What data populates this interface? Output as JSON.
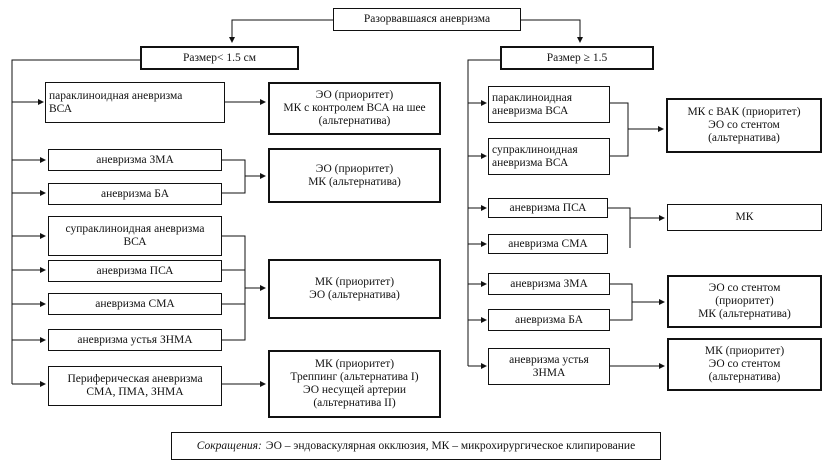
{
  "root": "Разорвавшаяся аневризма",
  "left_branch": {
    "size": "Размер< 1.5 см",
    "groups": [
      {
        "items": [
          "параклиноидная аневризма\nВСА"
        ],
        "recommendation": "ЭО (приоритет)\nМК с контролем ВСА на шее\n(альтернатива)"
      },
      {
        "items": [
          "аневризма ЗМА",
          "аневризма БА"
        ],
        "recommendation": "ЭО (приоритет)\nМК (альтернатива)"
      },
      {
        "items": [
          "супраклиноидная аневризма\nВСА",
          "аневризма ПСА",
          "аневризма СМА",
          "аневризма устья ЗНМА"
        ],
        "recommendation": "МК (приоритет)\nЭО (альтернатива)"
      },
      {
        "items": [
          "Периферическая аневризма\nСМА, ПМА, ЗНМА"
        ],
        "recommendation": "МК (приоритет)\nТреппинг (альтернатива I)\nЭО несущей артерии\n(альтернатива II)"
      }
    ]
  },
  "right_branch": {
    "size": "Размер ≥ 1.5",
    "groups": [
      {
        "items": [
          "параклиноидная\nаневризма ВСА",
          "супраклиноидная\nаневризма ВСА"
        ],
        "recommendation": "МК с ВАК (приоритет)\nЭО со стентом\n(альтернатива)"
      },
      {
        "items": [
          "аневризма ПСА",
          "аневризма СМА"
        ],
        "recommendation": "МК"
      },
      {
        "items": [
          "аневризма ЗМА",
          "аневризма БА"
        ],
        "recommendation": "ЭО со стентом\n(приоритет)\nМК (альтернатива)"
      },
      {
        "items": [
          "аневризма устья\nЗНМА"
        ],
        "recommendation": "МК (приоритет)\nЭО со стентом\n(альтернатива)"
      }
    ]
  },
  "footnote": {
    "label": "Сокращения:",
    "text": "ЭО – эндоваскулярная окклюзия, МК – микрохирургическое клипирование"
  }
}
